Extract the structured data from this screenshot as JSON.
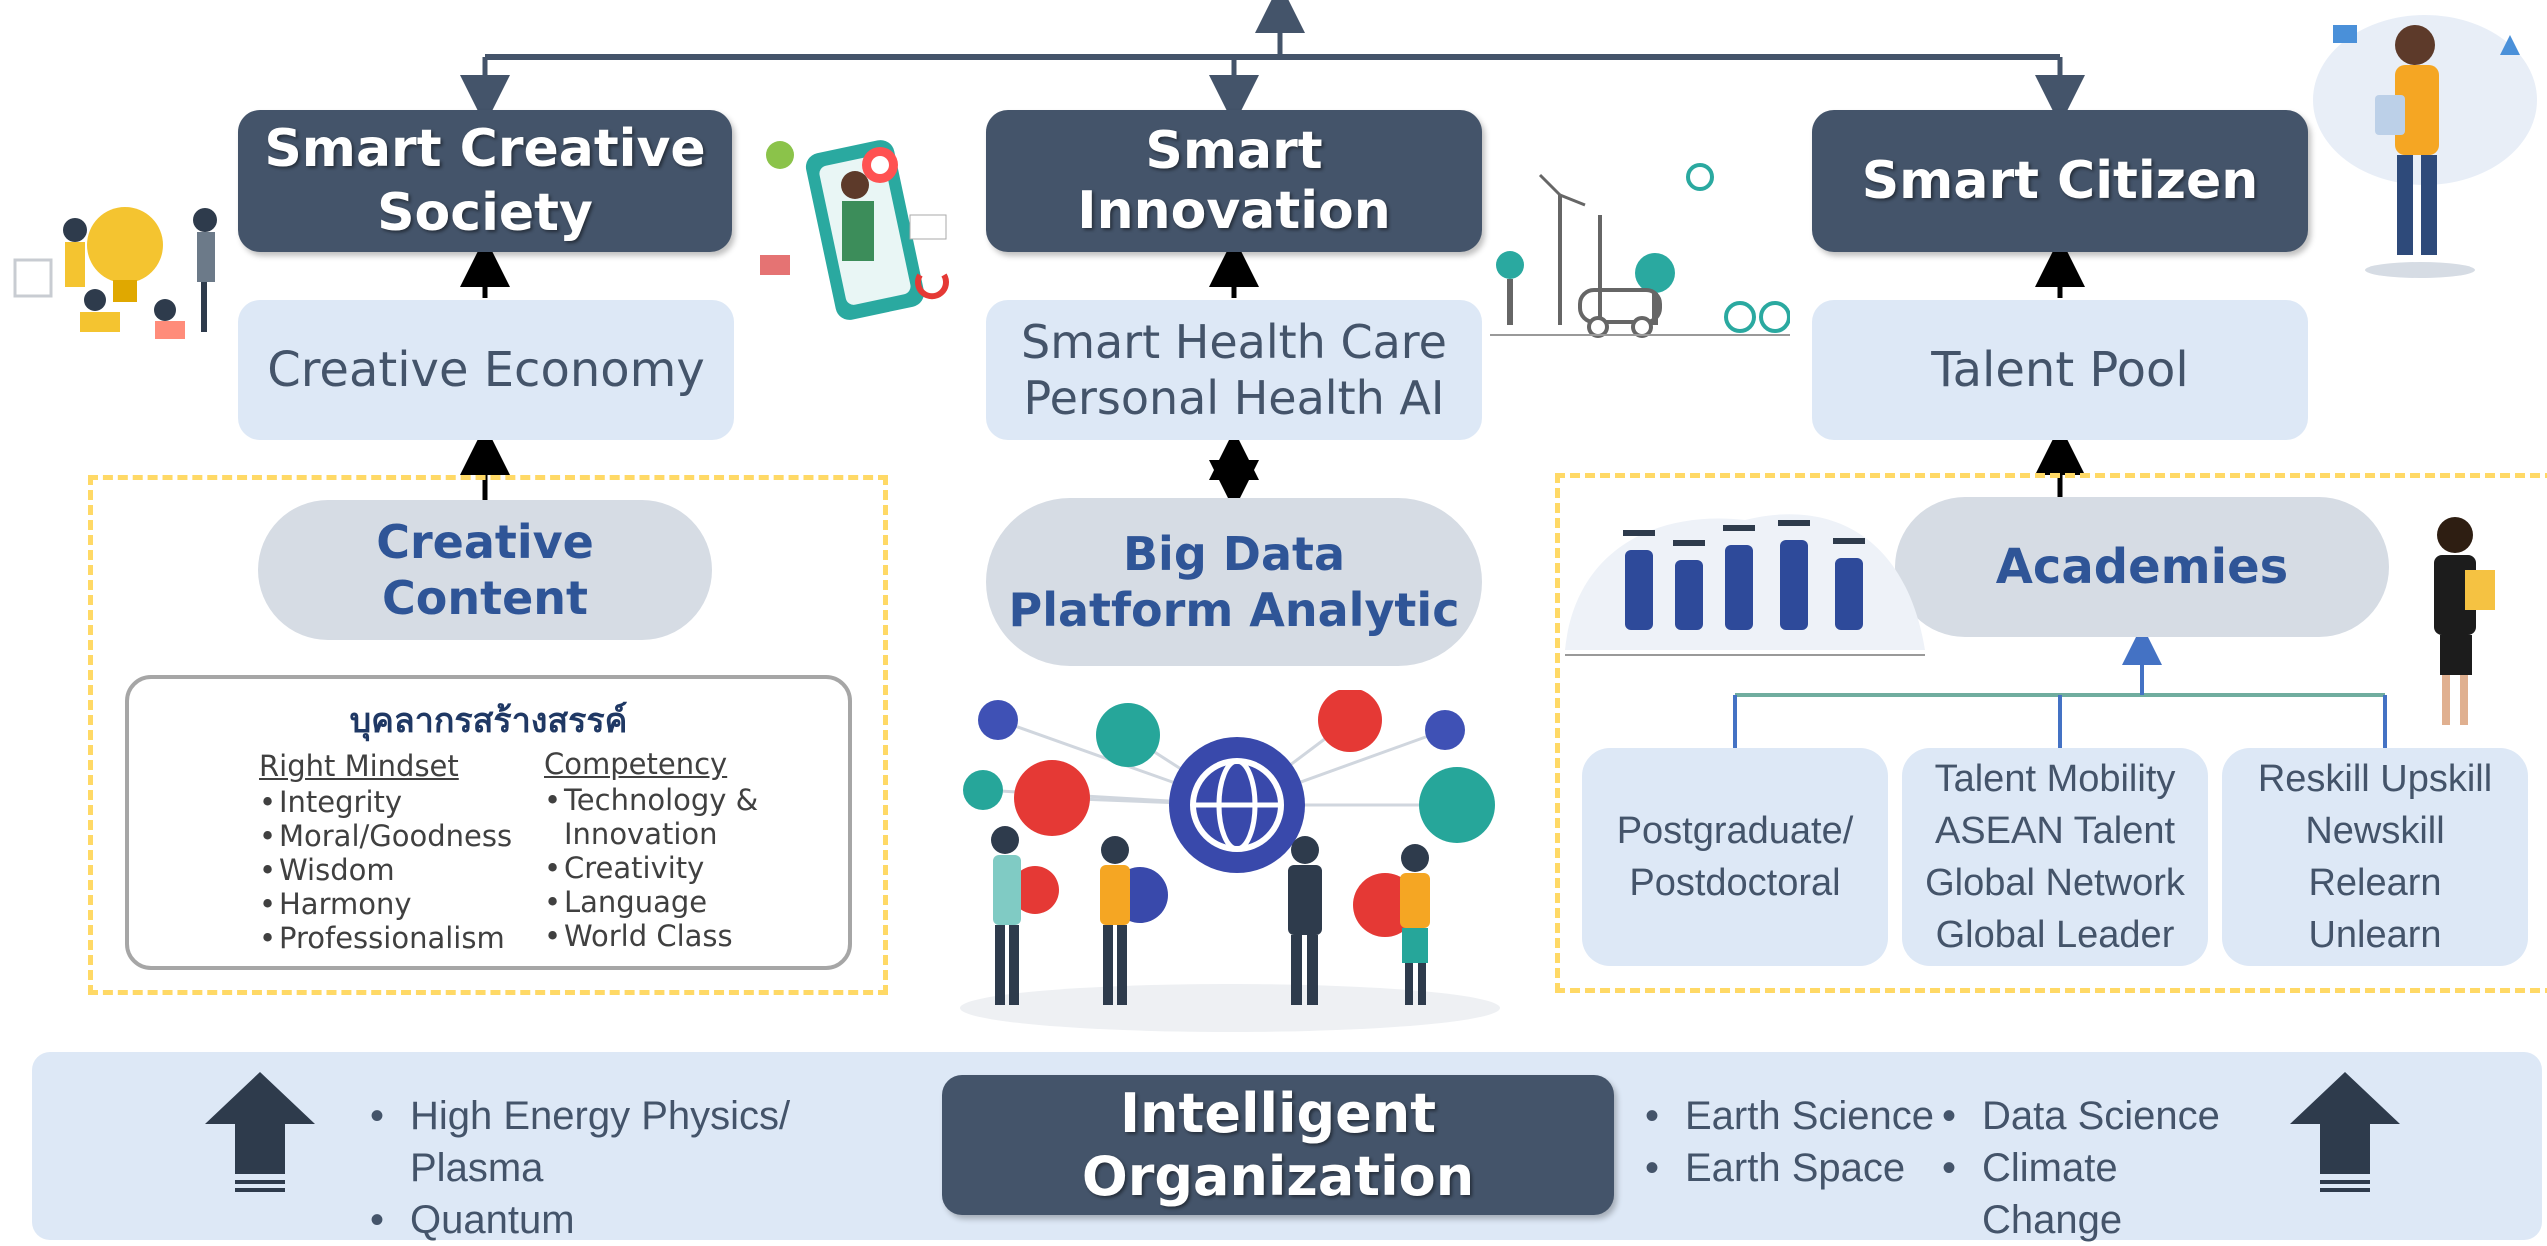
{
  "top_row": {
    "creative_society": "Smart Creative\nSociety",
    "innovation": "Smart Innovation",
    "citizen": "Smart Citizen"
  },
  "second_row": {
    "creative_economy": "Creative Economy",
    "health_care": "Smart Health Care\nPersonal Health AI",
    "talent_pool": "Talent Pool"
  },
  "pills": {
    "creative_content": "Creative\nContent",
    "big_data": "Big Data\nPlatform Analytic",
    "academies": "Academies"
  },
  "talent_box": {
    "title": "บุคลากรสร้างสรรค์",
    "mindset_header": "Right Mindset",
    "mindset_items": [
      "Integrity",
      "Moral/Goodness",
      "Wisdom",
      "Harmony",
      "Professionalism"
    ],
    "competency_header": "Competency",
    "competency_items": [
      "Technology &\nInnovation",
      "Creativity",
      "Language",
      "World Class"
    ]
  },
  "academy_boxes": [
    "Postgraduate/\nPostdoctoral",
    "Talent Mobility\nASEAN Talent\nGlobal Network\nGlobal Leader",
    "Reskill Upskill\nNewskill\nRelearn\nUnlearn"
  ],
  "bottom": {
    "center": "Intelligent Organization",
    "left_items": [
      "High Energy Physics/ Plasma",
      "Quantum"
    ],
    "mid_items": [
      "Earth Science",
      "Earth Space"
    ],
    "right_items": [
      "Data Science",
      "Climate Change"
    ]
  },
  "colors": {
    "dark": "#44546a",
    "light": "#dde8f6",
    "pill": "#d6dce4",
    "dash": "#ffd966",
    "accent_blue": "#2f5597"
  }
}
